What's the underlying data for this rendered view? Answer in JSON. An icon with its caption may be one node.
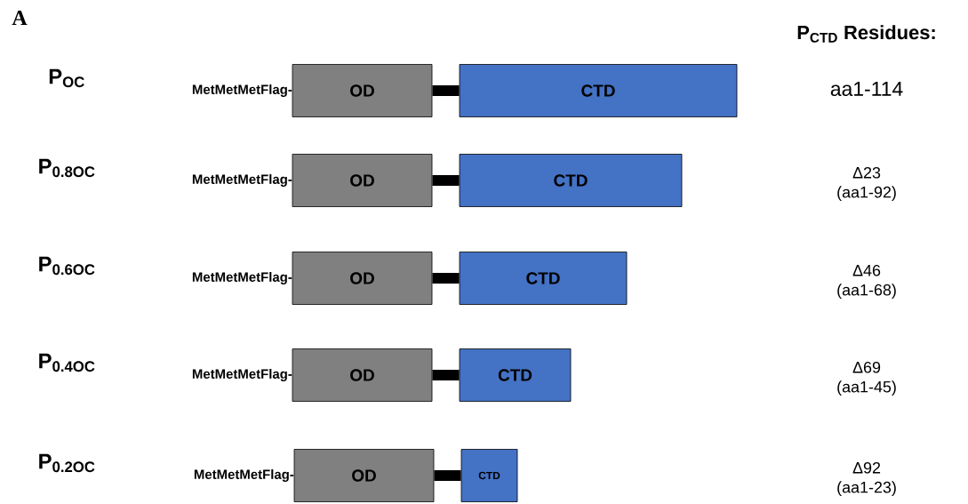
{
  "diagram": {
    "nodes": [
      {
        "text": [
          "OD"
        ],
        "beside": [
          "MetMetMetFlag-"
        ]
      },
      {
        "text": [
          "CTD"
        ]
      },
      {
        "text": [
          "OD"
        ],
        "beside": [
          "MetMetMetFlag-"
        ]
      },
      {
        "text": [
          "CTD"
        ]
      },
      {
        "text": [
          "OD"
        ],
        "beside": [
          "MetMetMetFlag-"
        ]
      },
      {
        "text": [
          "CTD"
        ]
      },
      {
        "text": [
          "OD"
        ],
        "beside": [
          "MetMetMetFlag-"
        ]
      },
      {
        "text": [
          "CTD"
        ]
      },
      {
        "text": [
          "OD"
        ],
        "beside": [
          "MetMetMetFlag-"
        ]
      },
      {
        "text": [
          "CTD"
        ]
      }
    ],
    "edges": [
      {
        "from": 0,
        "to": 1,
        "arrow": "none"
      },
      {
        "from": 2,
        "to": 3,
        "arrow": "none"
      },
      {
        "from": 4,
        "to": 5,
        "arrow": "none"
      },
      {
        "from": 6,
        "to": 7,
        "arrow": "none"
      },
      {
        "from": 8,
        "to": 9,
        "arrow": "none"
      }
    ],
    "labels": [
      "A",
      "P$_{CTD}$ Residues:",
      "P$_{OC}$",
      "aa1-114",
      "P$_{0.8OC}$",
      "Δ23 (aa1-92)",
      "P$_{0.6OC}$",
      "Δ46 (aa1-68)",
      "P$_{0.4OC}$",
      "Δ69 (aa1-45)",
      "P$_{0.2OC}$",
      "Δ92 (aa1-23)"
    ]
  }
}
